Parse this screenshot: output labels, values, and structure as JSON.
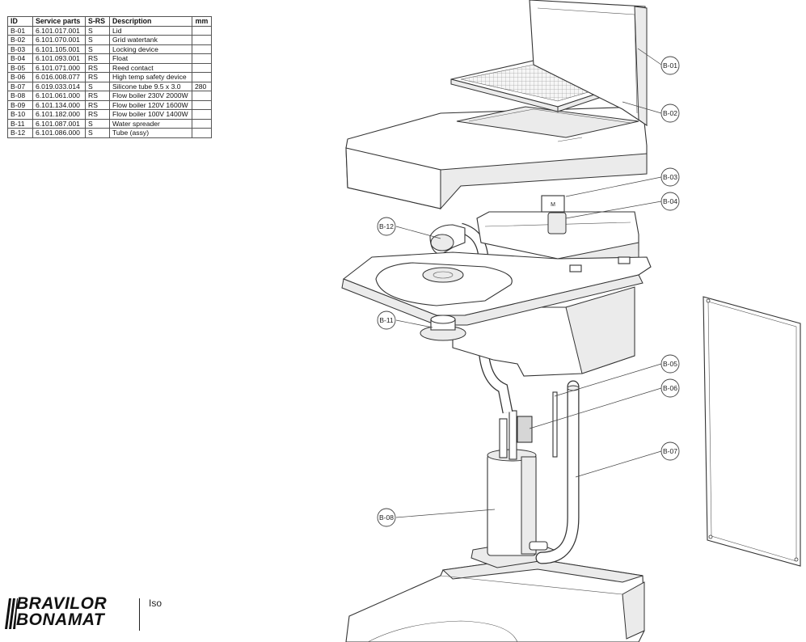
{
  "table": {
    "headers": [
      "ID",
      "Service parts",
      "S-RS",
      "Description",
      "mm"
    ],
    "rows": [
      {
        "id": "B-01",
        "part": "6.101.017.001",
        "srs": "S",
        "desc": "Lid",
        "mm": ""
      },
      {
        "id": "B-02",
        "part": "6.101.070.001",
        "srs": "S",
        "desc": "Grid watertank",
        "mm": ""
      },
      {
        "id": "B-03",
        "part": "6.101.105.001",
        "srs": "S",
        "desc": "Locking device",
        "mm": ""
      },
      {
        "id": "B-04",
        "part": "6.101.093.001",
        "srs": "RS",
        "desc": "Float",
        "mm": ""
      },
      {
        "id": "B-05",
        "part": "6.101.071.000",
        "srs": "RS",
        "desc": "Reed contact",
        "mm": ""
      },
      {
        "id": "B-06",
        "part": "6.016.008.077",
        "srs": "RS",
        "desc": "High temp safety device",
        "mm": ""
      },
      {
        "id": "B-07",
        "part": "6.019.033.014",
        "srs": "S",
        "desc": "Silicone tube 9.5 x 3.0",
        "mm": "280"
      },
      {
        "id": "B-08",
        "part": "6.101.061.000",
        "srs": "RS",
        "desc": "Flow boiler 230V 2000W",
        "mm": ""
      },
      {
        "id": "B-09",
        "part": "6.101.134.000",
        "srs": "RS",
        "desc": "Flow boiler 120V 1600W",
        "mm": ""
      },
      {
        "id": "B-10",
        "part": "6.101.182.000",
        "srs": "RS",
        "desc": "Flow boiler 100V 1400W",
        "mm": ""
      },
      {
        "id": "B-11",
        "part": "6.101.087.001",
        "srs": "S",
        "desc": "Water spreader",
        "mm": ""
      },
      {
        "id": "B-12",
        "part": "6.101.086.000",
        "srs": "S",
        "desc": "Tube (assy)",
        "mm": ""
      }
    ]
  },
  "logo": {
    "line1": "BRAVILOR",
    "line2": "BONAMAT"
  },
  "model": "Iso",
  "callouts": {
    "b01": "B-01",
    "b02": "B-02",
    "b03": "B-03",
    "b04": "B-04",
    "b05": "B-05",
    "b06": "B-06",
    "b07": "B-07",
    "b08": "B-08",
    "b11": "B-11",
    "b12": "B-12"
  },
  "component_marks": {
    "locking_device": "M"
  }
}
